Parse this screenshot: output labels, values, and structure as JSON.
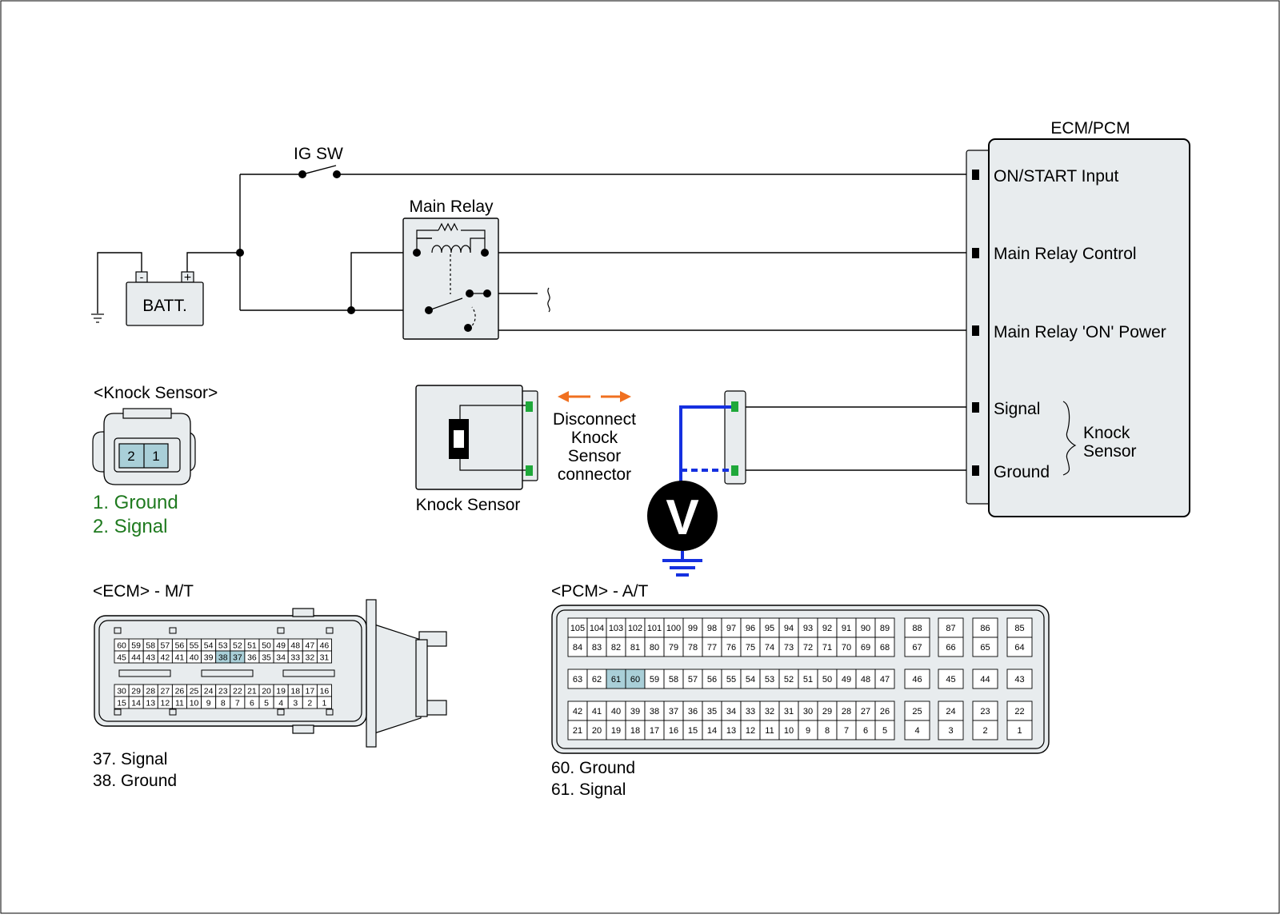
{
  "colors": {
    "wire": "#000000",
    "box_fill": "#e8ecee",
    "probe": "#1530e0",
    "arrow": "#f07020",
    "terminal_green": "#1fa83a",
    "highlight_pin": "#a9cfd8",
    "label_green": "#1f7a1f"
  },
  "labels": {
    "ig_sw": "IG SW",
    "batt": "BATT.",
    "batt_minus": "-",
    "batt_plus": "+",
    "main_relay": "Main Relay",
    "ecm_pcm": "ECM/PCM",
    "knock_sensor_component": "Knock Sensor",
    "voltmeter": "V"
  },
  "ecm_terminals": [
    "ON/START Input",
    "Main Relay Control",
    "Main Relay 'ON' Power",
    "Signal",
    "Ground"
  ],
  "ecm_group_label": [
    "Knock",
    "Sensor"
  ],
  "disconnect_note": [
    "Disconnect",
    "Knock",
    "Sensor",
    "connector"
  ],
  "knock_connector": {
    "title": "<Knock Sensor>",
    "pins": [
      "2",
      "1"
    ],
    "legend": [
      "1. Ground",
      "2. Signal"
    ]
  },
  "ecm_connector": {
    "title": "<ECM> - M/T",
    "top_rows": [
      [
        "60",
        "59",
        "58",
        "57",
        "56",
        "55",
        "54",
        "53",
        "52",
        "51",
        "50",
        "49",
        "48",
        "47",
        "46"
      ],
      [
        "45",
        "44",
        "43",
        "42",
        "41",
        "40",
        "39",
        "38",
        "37",
        "36",
        "35",
        "34",
        "33",
        "32",
        "31"
      ]
    ],
    "bottom_rows": [
      [
        "30",
        "29",
        "28",
        "27",
        "26",
        "25",
        "24",
        "23",
        "22",
        "21",
        "20",
        "19",
        "18",
        "17",
        "16"
      ],
      [
        "15",
        "14",
        "13",
        "12",
        "11",
        "10",
        "9",
        "8",
        "7",
        "6",
        "5",
        "4",
        "3",
        "2",
        "1"
      ]
    ],
    "highlighted": [
      "37",
      "38"
    ],
    "legend": [
      "37. Signal",
      "38. Ground"
    ]
  },
  "pcm_connector": {
    "title": "<PCM> - A/T",
    "rows_main": [
      [
        "105",
        "104",
        "103",
        "102",
        "101",
        "100",
        "99",
        "98",
        "97",
        "96",
        "95",
        "94",
        "93",
        "92",
        "91",
        "90",
        "89"
      ],
      [
        "84",
        "83",
        "82",
        "81",
        "80",
        "79",
        "78",
        "77",
        "76",
        "75",
        "74",
        "73",
        "72",
        "71",
        "70",
        "69",
        "68"
      ],
      [
        "63",
        "62",
        "61",
        "60",
        "59",
        "58",
        "57",
        "56",
        "55",
        "54",
        "53",
        "52",
        "51",
        "50",
        "49",
        "48",
        "47"
      ],
      [
        "42",
        "41",
        "40",
        "39",
        "38",
        "37",
        "36",
        "35",
        "34",
        "33",
        "32",
        "31",
        "30",
        "29",
        "28",
        "27",
        "26"
      ],
      [
        "21",
        "20",
        "19",
        "18",
        "17",
        "16",
        "15",
        "14",
        "13",
        "12",
        "11",
        "10",
        "9",
        "8",
        "7",
        "6",
        "5"
      ]
    ],
    "rows_right": [
      [
        "88",
        "87",
        "86",
        "85"
      ],
      [
        "67",
        "66",
        "65",
        "64"
      ],
      [
        "46",
        "45",
        "44",
        "43"
      ],
      [
        "25",
        "24",
        "23",
        "22"
      ],
      [
        "4",
        "3",
        "2",
        "1"
      ]
    ],
    "highlighted": [
      "60",
      "61"
    ],
    "legend": [
      "60. Ground",
      "61. Signal"
    ]
  }
}
